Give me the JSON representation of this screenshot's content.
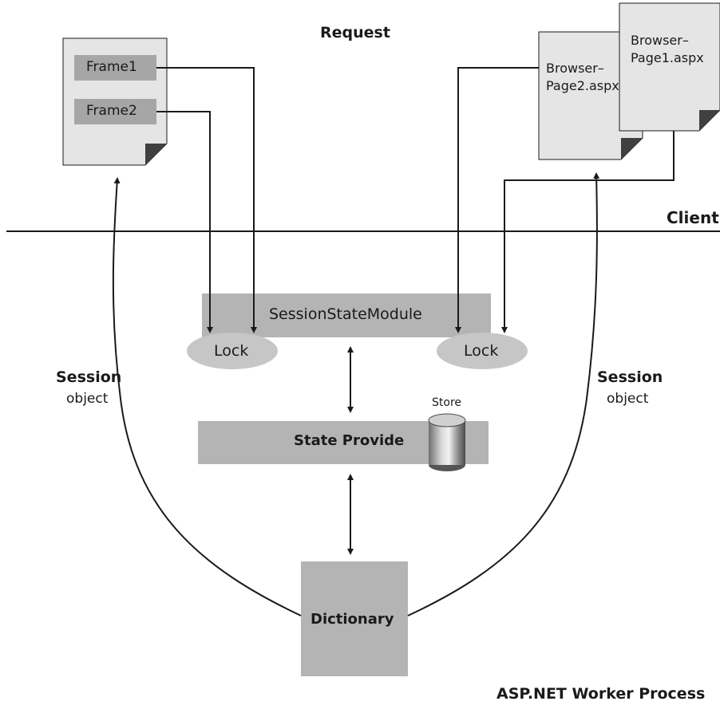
{
  "labels": {
    "request": "Request",
    "client": "Client",
    "worker_process": "ASP.NET Worker Process",
    "session_left_bold": "Session",
    "session_left_sub": "object",
    "session_right_bold": "Session",
    "session_right_sub": "object"
  },
  "left_document": {
    "frame1": "Frame1",
    "frame2": "Frame2"
  },
  "right_documents": {
    "page2_line1": "Browser–",
    "page2_line2": "Page2.aspx",
    "page1_line1": "Browser–",
    "page1_line2": "Page1.aspx"
  },
  "server": {
    "session_state_module": "SessionStateModule",
    "lock_left": "Lock",
    "lock_right": "Lock",
    "state_provider": "State Provide",
    "store": "Store",
    "dictionary": "Dictionary"
  },
  "colors": {
    "box_fill": "#b4b4b4",
    "lock_fill": "#c6c6c6",
    "page_fill": "#e5e5e5",
    "frame_fill": "#a6a6a6",
    "line": "#1a1a1a"
  }
}
